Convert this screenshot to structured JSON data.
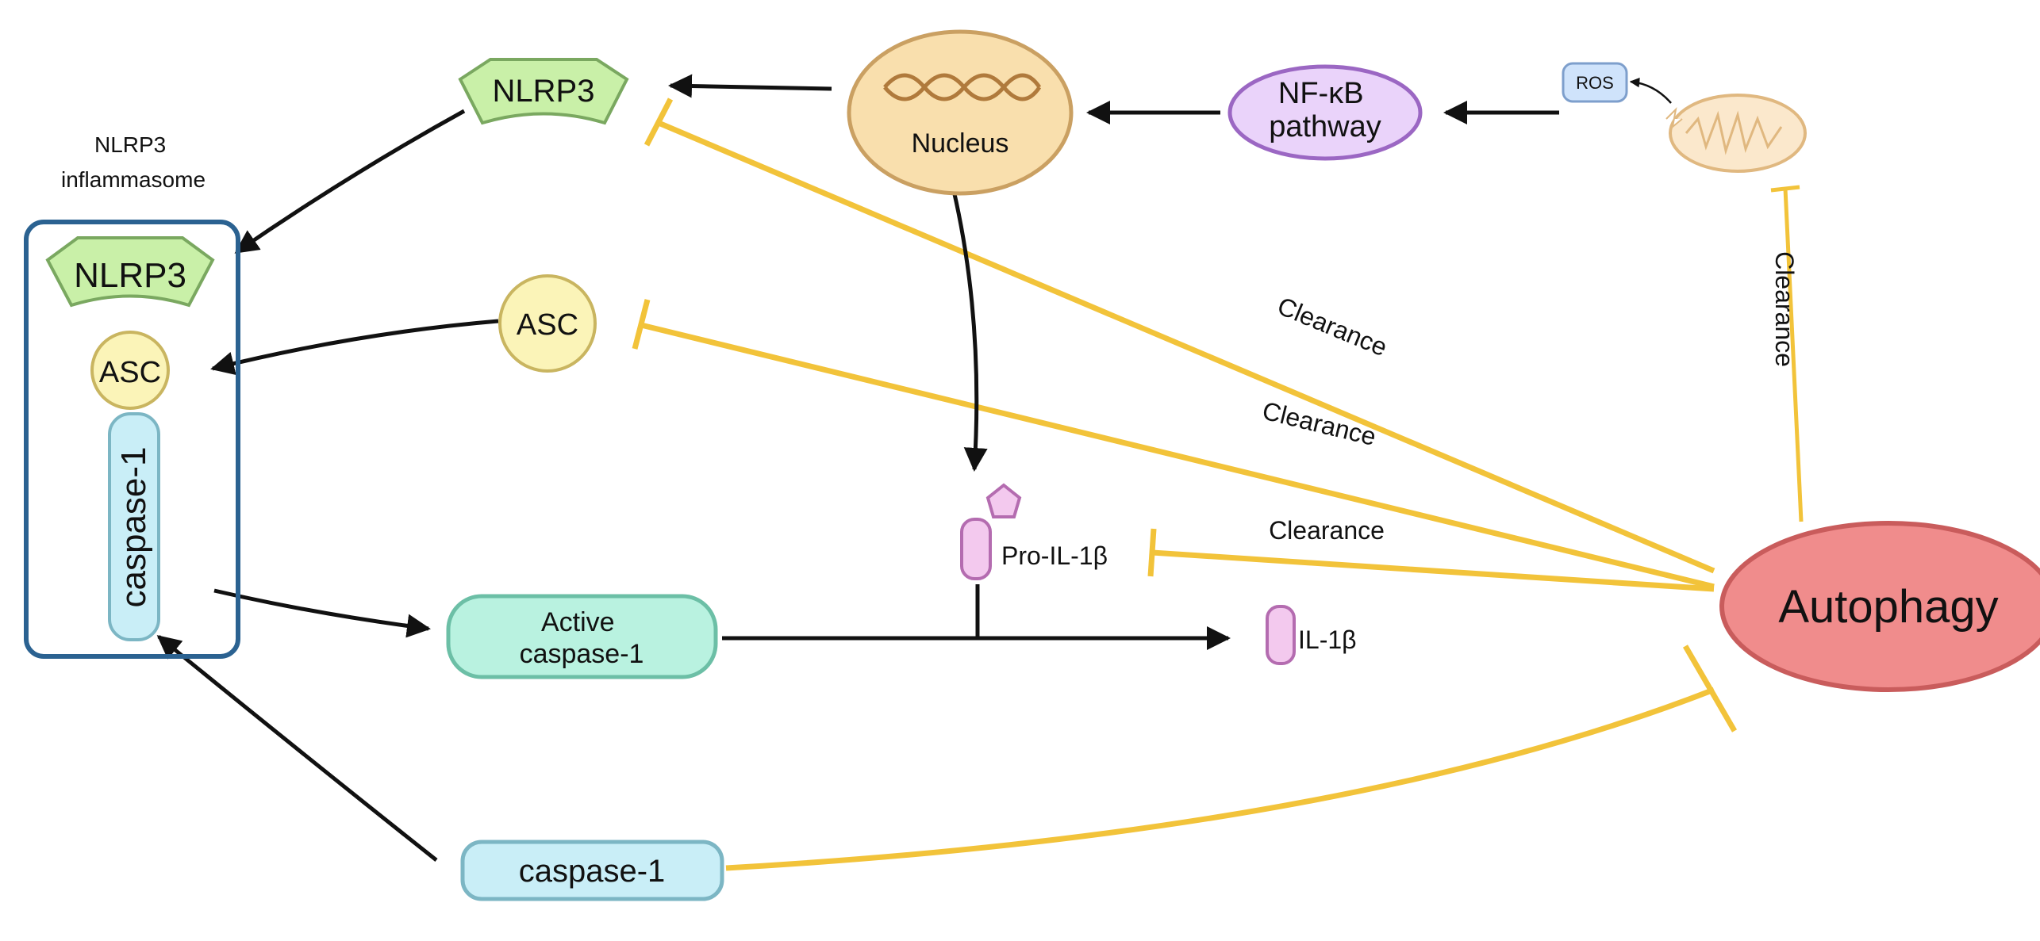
{
  "nodes": {
    "nlrp3_free": "NLRP3",
    "inflammasome_title_line1": "NLRP3",
    "inflammasome_title_line2": "inflammasome",
    "nlrp3_complex": "NLRP3",
    "asc_complex": "ASC",
    "caspase1_complex": "caspase-1",
    "asc_free": "ASC",
    "nucleus": "Nucleus",
    "nfkb_line1": "NF-κB",
    "nfkb_line2": "pathway",
    "ros": "ROS",
    "pro_il1b": "Pro-IL-1β",
    "active_caspase_line1": "Active",
    "active_caspase_line2": "caspase-1",
    "il1b": "IL-1β",
    "caspase1_free": "caspase-1",
    "autophagy": "Autophagy"
  },
  "edge_labels": {
    "clearance_nlrp3": "Clearance",
    "clearance_asc": "Clearance",
    "clearance_pro_il1b": "Clearance",
    "clearance_mito": "Clearance"
  },
  "colors": {
    "activation_arrow": "#111111",
    "inhibition_line": "#f2c33a",
    "nlrp3_fill": "#c9f0a8",
    "nlrp3_stroke": "#7aa860",
    "asc_fill": "#fbf4b8",
    "asc_stroke": "#c9b560",
    "caspase_fill": "#c9eef7",
    "caspase_stroke": "#7cb6c4",
    "active_caspase_fill": "#b9f2e0",
    "active_caspase_stroke": "#6cbfa6",
    "il1b_fill": "#f3c9ee",
    "il1b_stroke": "#b46cb0",
    "nucleus_fill": "#f9dfad",
    "nucleus_stroke": "#caa062",
    "nfkb_fill": "#ead3fa",
    "nfkb_stroke": "#9b67c3",
    "ros_fill": "#cfe3fb",
    "ros_stroke": "#7e9fcc",
    "mito_fill": "#fbe8cc",
    "mito_stroke": "#e0b880",
    "autophagy_fill": "#f08c8c",
    "autophagy_stroke": "#c95c5c",
    "inflammasome_border": "#2b6291"
  },
  "icons": {
    "dna": "dna-icon",
    "mitochondrion": "mitochondrion-icon",
    "pentagon": "pentagon-icon"
  }
}
